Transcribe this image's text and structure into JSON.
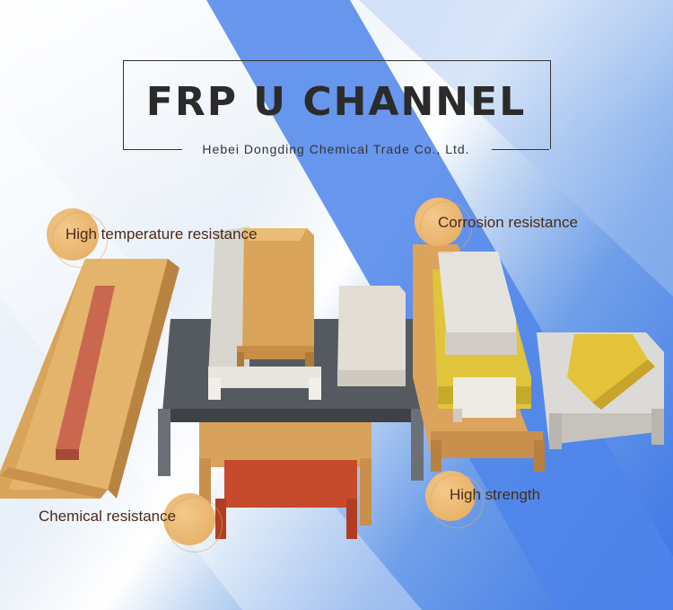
{
  "banner": {
    "title": "FRP U CHANNEL",
    "subtitle": "Hebei Dongding Chemical Trade Co., Ltd."
  },
  "features": {
    "high_temp": "High temperature resistance",
    "corrosion": "Corrosion resistance",
    "chemical": "Chemical resistance",
    "strength": "High strength"
  },
  "colors": {
    "accent_dot": "#e8b06a",
    "label_text": "#4a2b1a",
    "title_text": "#2b2b2b",
    "bg_blue": "#3b74e6"
  }
}
